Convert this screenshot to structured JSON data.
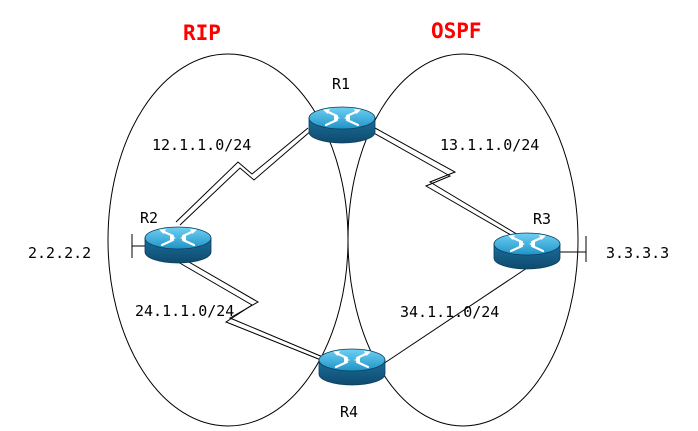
{
  "areas": {
    "rip": {
      "title": "RIP"
    },
    "ospf": {
      "title": "OSPF"
    }
  },
  "routers": {
    "r1": {
      "name": "R1"
    },
    "r2": {
      "name": "R2"
    },
    "r3": {
      "name": "R3"
    },
    "r4": {
      "name": "R4"
    }
  },
  "links": {
    "r1_r2": {
      "subnet": "12.1.1.0/24"
    },
    "r1_r3": {
      "subnet": "13.1.1.0/24"
    },
    "r2_r4": {
      "subnet": "24.1.1.0/24"
    },
    "r3_r4": {
      "subnet": "34.1.1.0/24"
    }
  },
  "loopbacks": {
    "r2": {
      "address": "2.2.2.2"
    },
    "r3": {
      "address": "3.3.3.3"
    }
  },
  "colors": {
    "area_title": "#ff0000",
    "router_top": "#2aa8d8",
    "router_side": "#1a6f9a",
    "line": "#000000"
  }
}
